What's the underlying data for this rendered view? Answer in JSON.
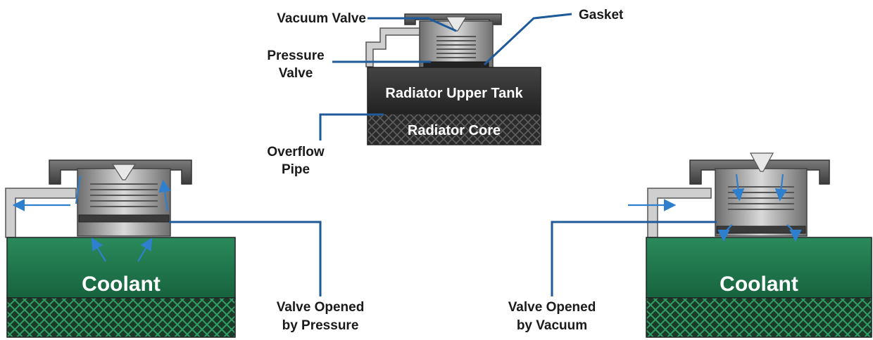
{
  "top_diagram": {
    "vacuum_valve_label": "Vacuum Valve",
    "gasket_label": "Gasket",
    "pressure_valve_label": [
      "Pressure",
      "Valve"
    ],
    "upper_tank_label": "Radiator Upper Tank",
    "core_label": "Radiator Core",
    "overflow_label": [
      "Overflow",
      "Pipe"
    ]
  },
  "left_diagram": {
    "coolant_label": "Coolant",
    "valve_label": [
      "Valve Opened",
      "by Pressure"
    ]
  },
  "right_diagram": {
    "coolant_label": "Coolant",
    "valve_label": [
      "Valve Opened",
      "by Vacuum"
    ]
  },
  "colors": {
    "coolant": "#1d7a4e",
    "tank": "#333333",
    "leader": "#1f5a9b",
    "flow": "#2f7fcf",
    "metal": "#8c8c8c"
  }
}
